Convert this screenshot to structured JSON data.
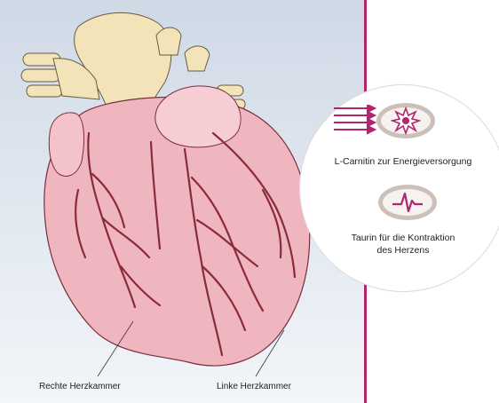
{
  "labels": {
    "right_ventricle": "Rechte Herzkammer",
    "left_ventricle": "Linke Herzkammer"
  },
  "info": {
    "carnitine_caption": "L-Carnitin zur Energieversorgung",
    "taurine_caption_line1": "Taurin für die Kontraktion",
    "taurine_caption_line2": "des Herzens"
  },
  "icons": {
    "energy": "energy-burst-icon",
    "contraction": "heartbeat-pulse-icon"
  },
  "colors": {
    "accent": "#b3246e",
    "heart": "#f0b6bf",
    "vessels": "#8a2a3c",
    "great_vessels": "#f3e3b8"
  }
}
